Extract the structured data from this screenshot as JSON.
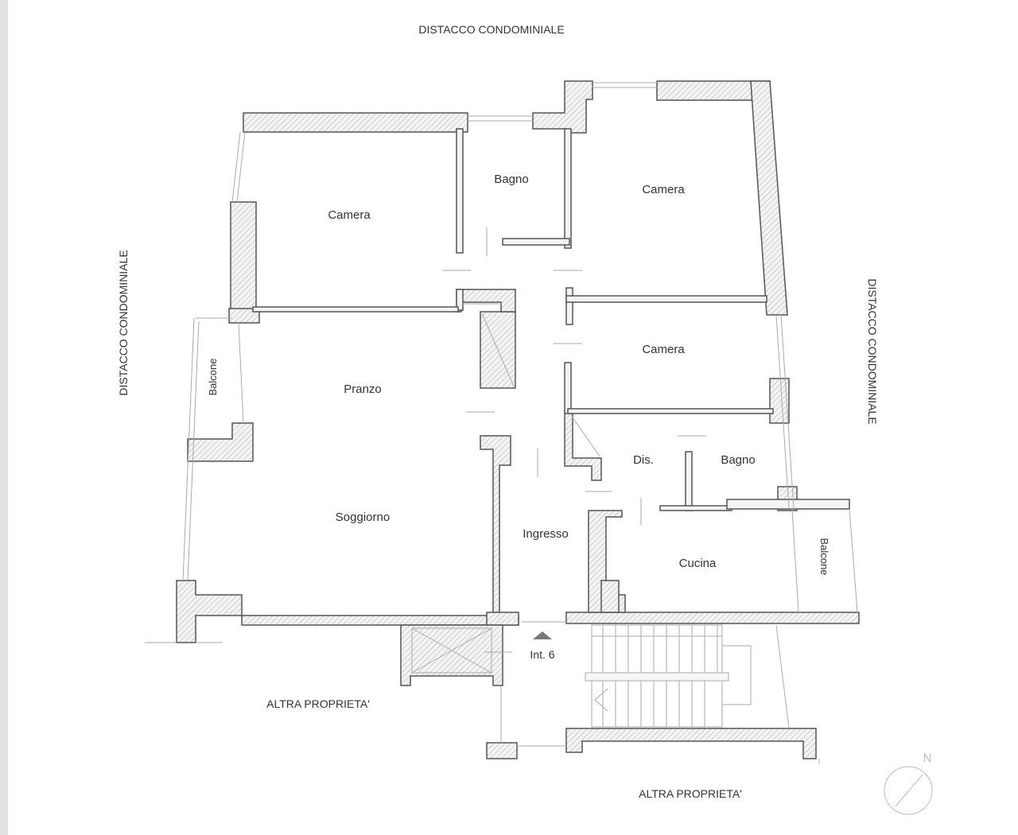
{
  "surroundings": {
    "top": "DISTACCO CONDOMINIALE",
    "left": "DISTACCO CONDOMINIALE",
    "right": "DISTACCO CONDOMINIALE",
    "bottom_left": "ALTRA PROPRIETA'",
    "bottom_right": "ALTRA PROPRIETA'"
  },
  "rooms": {
    "camera_nw": "Camera",
    "bagno_n": "Bagno",
    "camera_ne": "Camera",
    "camera_e": "Camera",
    "pranzo": "Pranzo",
    "soggiorno": "Soggiorno",
    "balcone_w": "Balcone",
    "dis": "Dis.",
    "bagno_e": "Bagno",
    "ingresso": "Ingresso",
    "cucina": "Cucina",
    "balcone_e": "Balcone"
  },
  "entrance": {
    "unit": "Int. 6"
  },
  "compass": {
    "north": "N"
  },
  "colors": {
    "wall": "#555555",
    "hatch": "#9a9a9a",
    "line": "#aaaaaa",
    "text": "#333333"
  }
}
